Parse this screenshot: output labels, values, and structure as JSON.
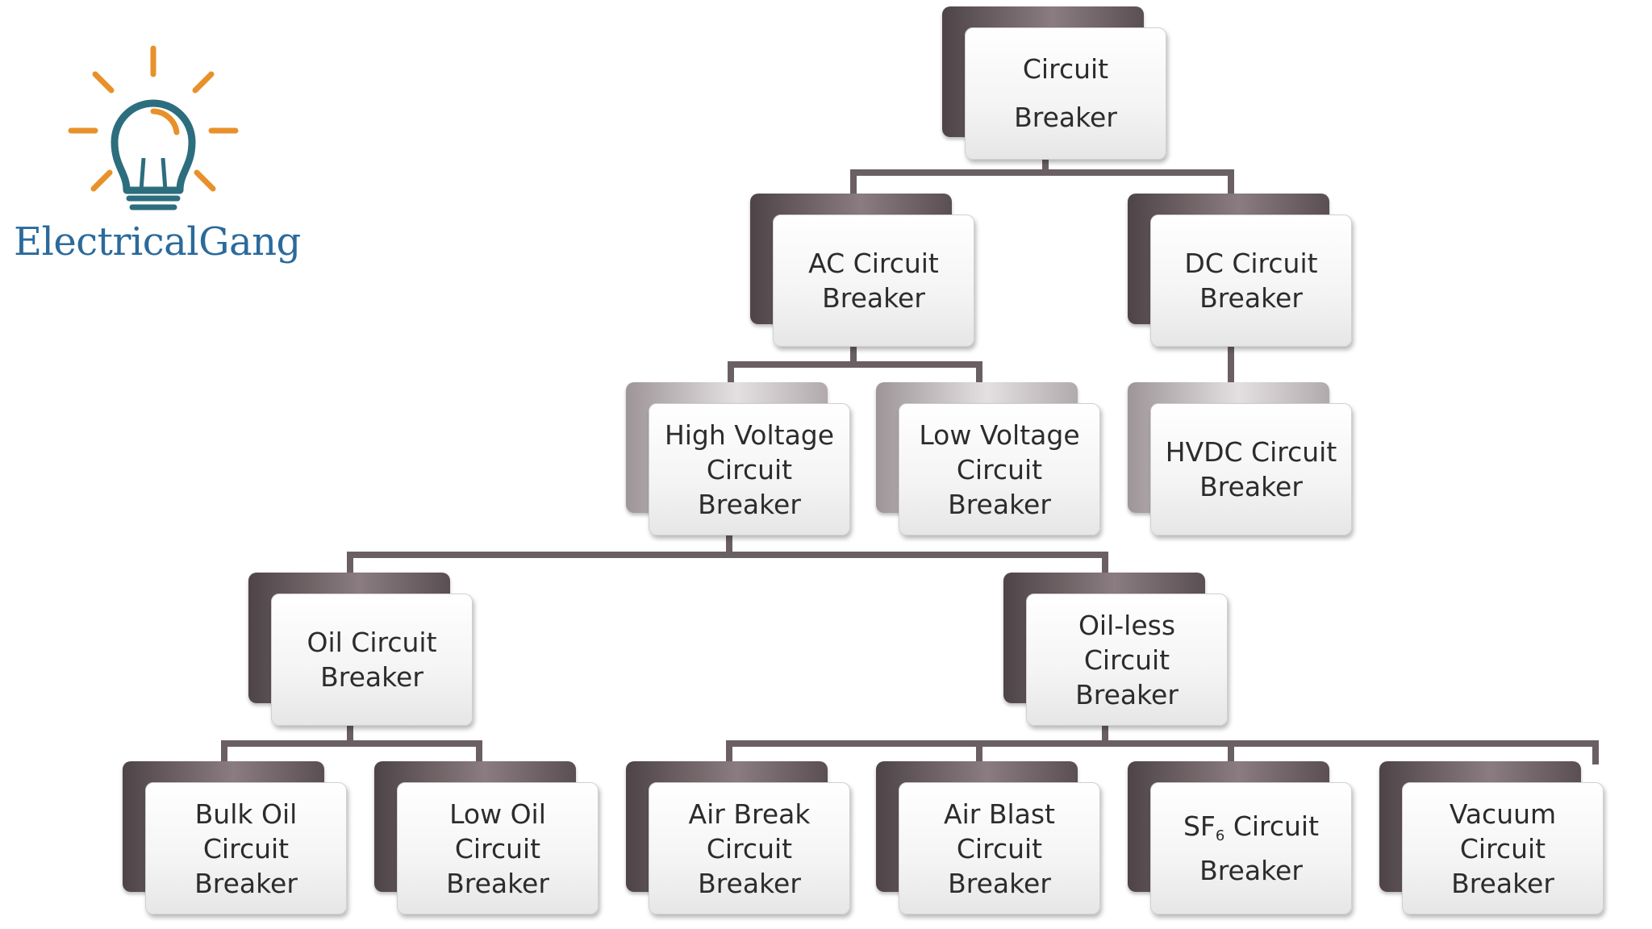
{
  "logo": {
    "icon": "lightbulb-icon",
    "text": "ElectricalGang",
    "colors": {
      "rays": "#e8912b",
      "bulb": "#2c6e7e",
      "text": "#2b6a9b"
    }
  },
  "nodes": {
    "root": "Circuit\nBreaker",
    "ac": "AC Circuit\nBreaker",
    "dc": "DC Circuit\nBreaker",
    "high_voltage": "High Voltage\nCircuit\nBreaker",
    "low_voltage": "Low Voltage\nCircuit\nBreaker",
    "hvdc": "HVDC Circuit\nBreaker",
    "oil": "Oil Circuit\nBreaker",
    "oil_less": "Oil-less\nCircuit\nBreaker",
    "bulk_oil": "Bulk Oil\nCircuit\nBreaker",
    "low_oil": "Low Oil\nCircuit\nBreaker",
    "air_break": "Air Break\nCircuit\nBreaker",
    "air_blast": "Air Blast\nCircuit\nBreaker",
    "sf6": {
      "prefix": "SF",
      "subscript": "6",
      "suffix": " Circuit\nBreaker"
    },
    "vacuum": "Vacuum\nCircuit\nBreaker"
  },
  "edges": [
    [
      "root",
      "ac"
    ],
    [
      "root",
      "dc"
    ],
    [
      "ac",
      "high_voltage"
    ],
    [
      "ac",
      "low_voltage"
    ],
    [
      "dc",
      "hvdc"
    ],
    [
      "high_voltage",
      "oil"
    ],
    [
      "high_voltage",
      "oil_less"
    ],
    [
      "oil",
      "bulk_oil"
    ],
    [
      "oil",
      "low_oil"
    ],
    [
      "oil_less",
      "air_break"
    ],
    [
      "oil_less",
      "air_blast"
    ],
    [
      "oil_less",
      "sf6"
    ],
    [
      "oil_less",
      "vacuum"
    ]
  ]
}
